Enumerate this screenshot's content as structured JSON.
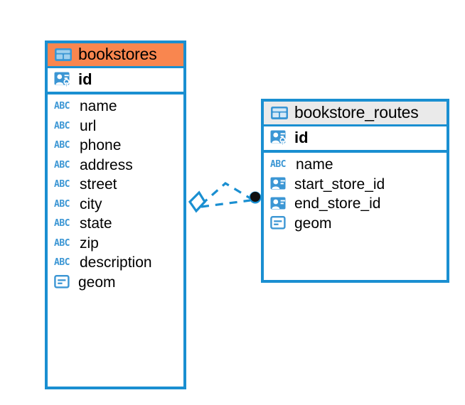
{
  "diagram": {
    "type": "entity-relationship-diagram",
    "background": "#ffffff",
    "accent_color": "#1a8fd1",
    "highlight_color": "#f9864f",
    "neutral_header_color": "#eaeaea"
  },
  "tables": [
    {
      "name": "bookstores",
      "header_style": "accent",
      "primary_key": {
        "label": "id",
        "icon": "primary-key-icon"
      },
      "fields": [
        {
          "label": "name",
          "icon": "abc-text-icon"
        },
        {
          "label": "url",
          "icon": "abc-text-icon"
        },
        {
          "label": "phone",
          "icon": "abc-text-icon"
        },
        {
          "label": "address",
          "icon": "abc-text-icon"
        },
        {
          "label": "street",
          "icon": "abc-text-icon"
        },
        {
          "label": "city",
          "icon": "abc-text-icon"
        },
        {
          "label": "state",
          "icon": "abc-text-icon"
        },
        {
          "label": "zip",
          "icon": "abc-text-icon"
        },
        {
          "label": "description",
          "icon": "abc-text-icon"
        },
        {
          "label": "geom",
          "icon": "geometry-icon"
        }
      ]
    },
    {
      "name": "bookstore_routes",
      "header_style": "neutral",
      "primary_key": {
        "label": "id",
        "icon": "primary-key-icon"
      },
      "fields": [
        {
          "label": "name",
          "icon": "abc-text-icon"
        },
        {
          "label": "start_store_id",
          "icon": "foreign-key-icon"
        },
        {
          "label": "end_store_id",
          "icon": "foreign-key-icon"
        },
        {
          "label": "geom",
          "icon": "geometry-icon"
        }
      ]
    }
  ],
  "relationship": {
    "style": "dashed",
    "color": "#1a8fd1",
    "source_marker": "diamond-marker",
    "target_marker": "filled-circle-marker",
    "source_table": "bookstores",
    "target_table": "bookstore_routes",
    "cardinality_lines": 2
  },
  "icons": {
    "table_icon": "table-icon",
    "abc_text": "ABC"
  }
}
